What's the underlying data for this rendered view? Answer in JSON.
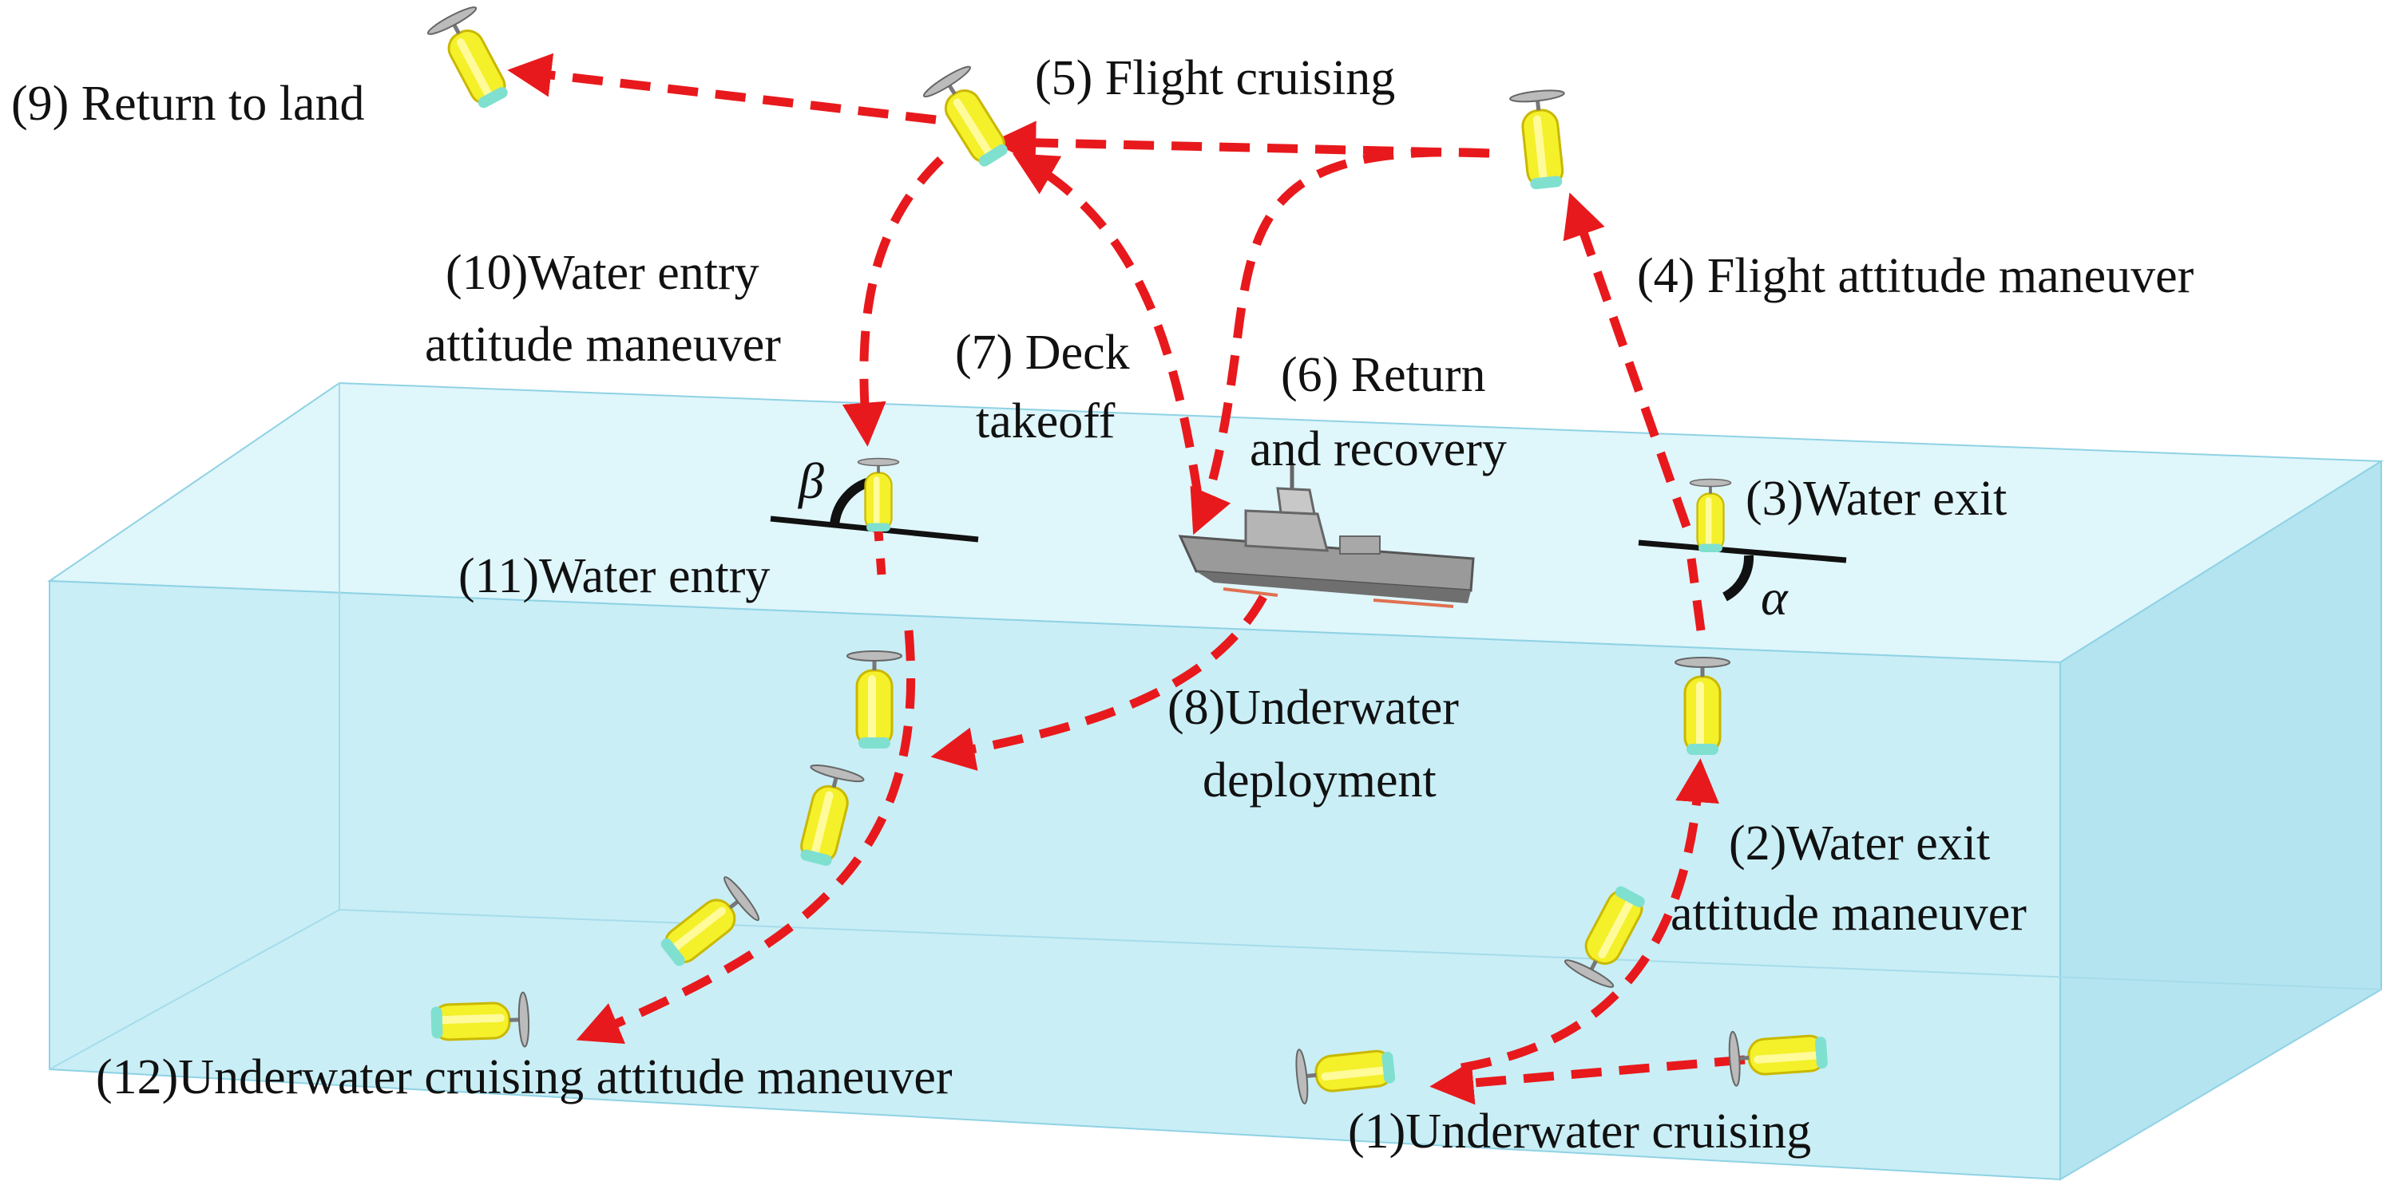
{
  "colors": {
    "water_top": "#dff6fb",
    "water_front": "#c9eef6",
    "water_side": "#b4e4f0",
    "water_edge": "#8fd2e4",
    "route_arrow": "#e8191c",
    "vehicle_body": "#f4f02a",
    "vehicle_shade": "#c9b800",
    "ship_hull": "#9a9a9a",
    "text": "#111111"
  },
  "labels": {
    "s1": "(1)Underwater cruising",
    "s2_line1": "(2)Water exit",
    "s2_line2": "attitude maneuver",
    "s3": "(3)Water exit",
    "s4": "(4) Flight attitude maneuver",
    "s5": "(5) Flight cruising",
    "s6_line1": "(6) Return",
    "s6_line2": "and recovery",
    "s7_line1": "(7) Deck",
    "s7_line2": "takeoff",
    "s8_line1": "(8)Underwater",
    "s8_line2": "deployment",
    "s9": "(9) Return to land",
    "s10_line1": "(10)Water entry",
    "s10_line2": "attitude maneuver",
    "s11": "(11)Water entry",
    "s12": "(12)Underwater cruising attitude maneuver",
    "angle_entry": "β",
    "angle_exit": "α"
  },
  "icons": {
    "vehicle": "hybrid-aerial-underwater-vehicle-icon",
    "ship": "warship-icon",
    "arrow": "dashed-route-arrow"
  }
}
